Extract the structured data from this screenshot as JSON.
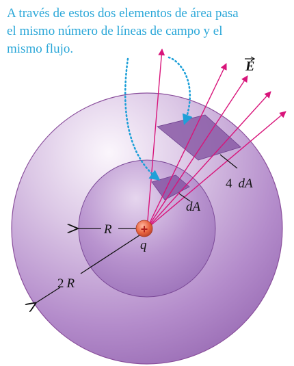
{
  "caption": {
    "lines": [
      "A través de estos dos elementos de área pasa",
      "el mismo número de líneas de campo y el",
      "mismo flujo."
    ]
  },
  "labels": {
    "field": "E",
    "inner_area": "dA",
    "outer_area_coef": "4",
    "outer_area_unit": "dA",
    "charge_name": "q",
    "charge_sign": "+",
    "inner_radius": "R",
    "outer_radius_coef": "2",
    "outer_radius_unit": "R"
  },
  "colors": {
    "caption_text": "#2aa7d8",
    "dotted_arrow": "#1ea0d8",
    "field_lines": "#d8147a",
    "sphere_outer_edge": "#8a4f9c",
    "sphere_inner_fill": "#a77bbf",
    "patch_fill": "#8a5aa6",
    "charge_fill": "#e2623f"
  }
}
